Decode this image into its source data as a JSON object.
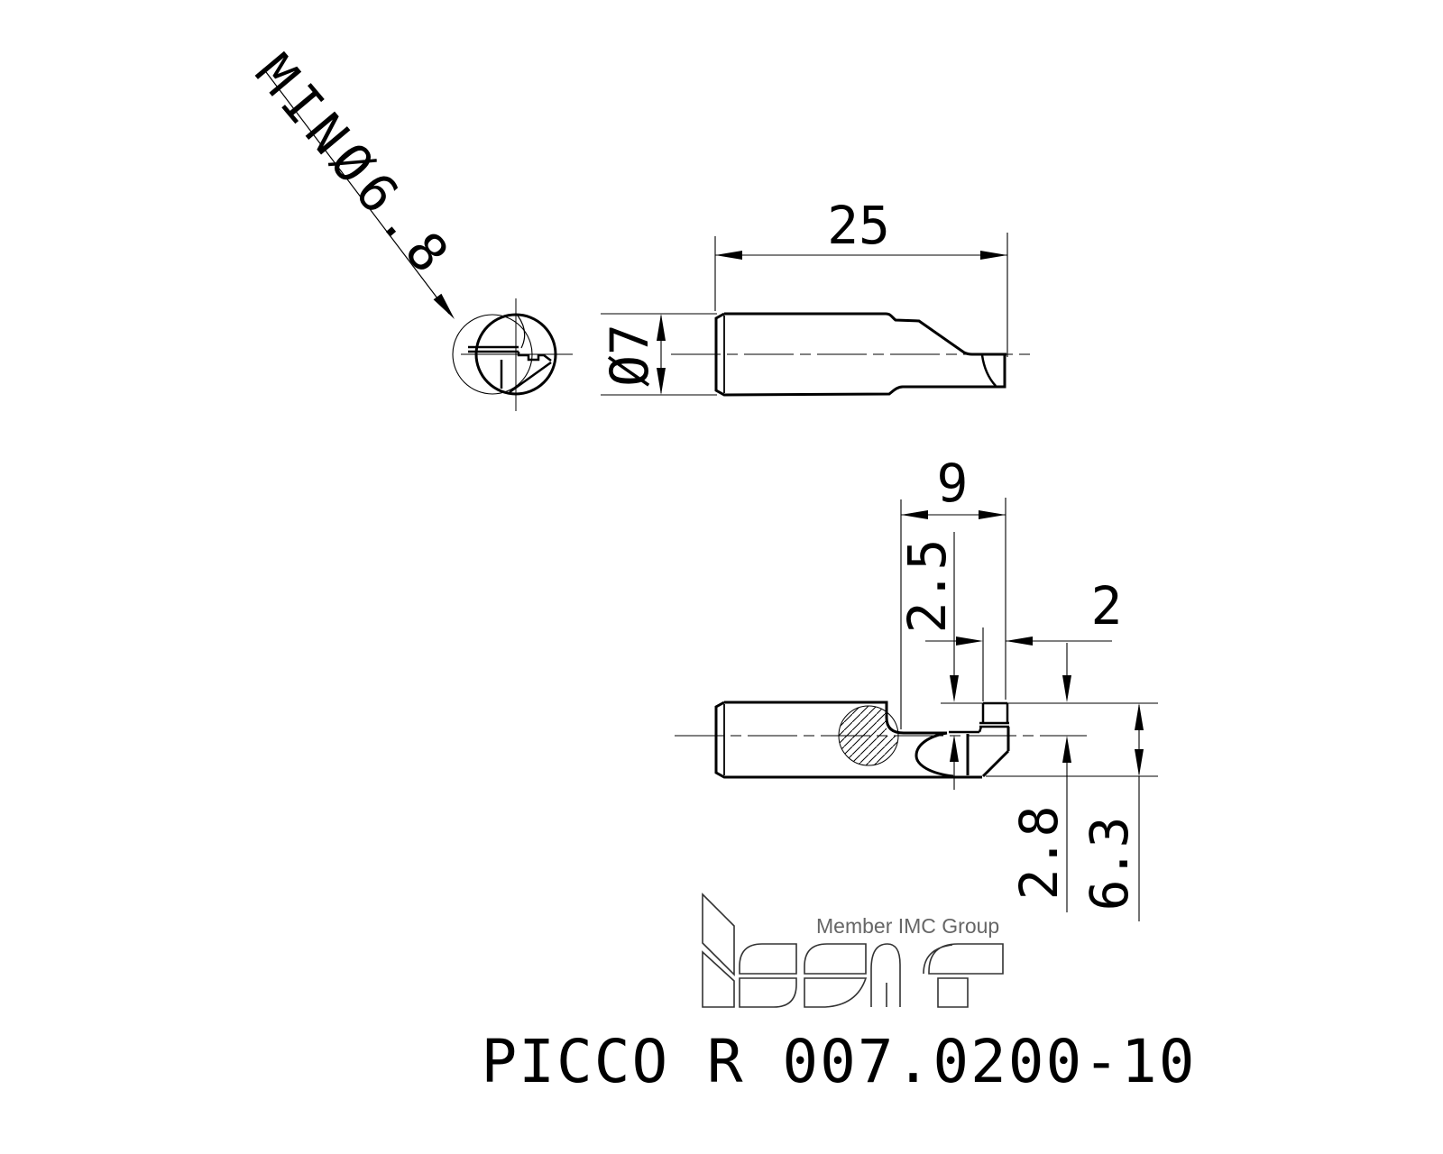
{
  "drawing": {
    "title": "PICCO R 007.0200-10",
    "callout": {
      "min_bore": "MINØ6.8"
    },
    "dimensions": {
      "shank_length": "25",
      "shank_diameter": "Ø7",
      "head_length": "9",
      "step_depth": "2.5",
      "cut_width": "2",
      "nose_offset": "2.8",
      "head_height": "6.3"
    },
    "logo": {
      "brand": "iscar",
      "tagline": "Member IMC Group"
    },
    "colors": {
      "line": "#000000",
      "logo_gray": "#444444",
      "tagline_gray": "#666666",
      "background": "#ffffff"
    }
  }
}
